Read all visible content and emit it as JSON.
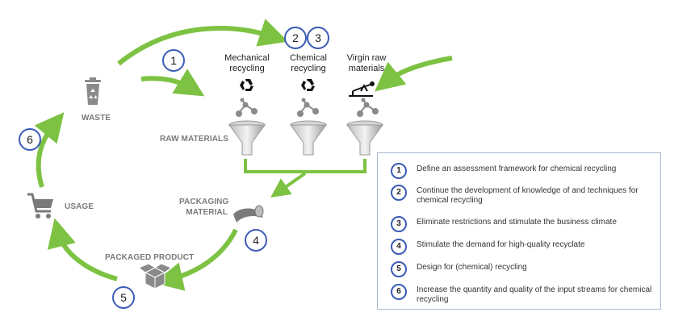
{
  "labels": {
    "waste": "WASTE",
    "usage": "USAGE",
    "raw_materials": "RAW MATERIALS",
    "packaging_material": "PACKAGING\nMATERIAL",
    "packaged_product": "PACKAGED PRODUCT"
  },
  "sources": [
    {
      "label": "Mechanical\nrecycling",
      "icon": "recycle-icon"
    },
    {
      "label": "Chemical\nrecycling",
      "icon": "recycle-icon"
    },
    {
      "label": "Virgin raw\nmaterials",
      "icon": "oil-pump-icon"
    }
  ],
  "badges": {
    "b1": "1",
    "b2": "2",
    "b3": "3",
    "b4": "4",
    "b5": "5",
    "b6": "6"
  },
  "legend": [
    {
      "num": "1",
      "text": "Define an assessment framework for chemical recycling"
    },
    {
      "num": "2",
      "text": "Continue the development of knowledge of and techniques for chemical recycling"
    },
    {
      "num": "3",
      "text": "Eliminate restrictions and stimulate the business climate"
    },
    {
      "num": "4",
      "text": "Stimulate the demand for high-quality recyclate"
    },
    {
      "num": "5",
      "text": "Design for (chemical) recycling"
    },
    {
      "num": "6",
      "text": "Increase the quantity and quality of the input streams for chemical recycling"
    }
  ],
  "colors": {
    "arrow": "#7dc242",
    "badge_border": "#3b5bb5",
    "icon_gray": "#8a8a8a",
    "legend_border": "#a9b7d0"
  }
}
